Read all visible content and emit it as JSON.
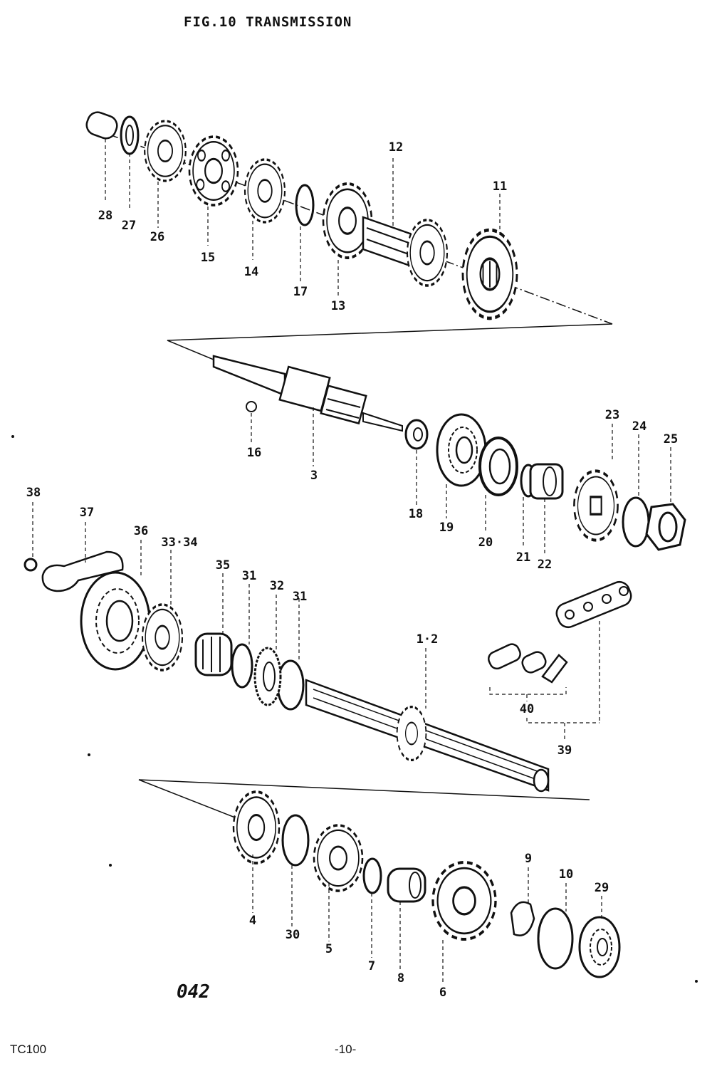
{
  "header": {
    "title": "FIG.10  TRANSMISSION"
  },
  "footer": {
    "model": "TC100",
    "page": "-10-",
    "code": "042"
  },
  "callouts": {
    "p28": "28",
    "p27": "27",
    "p26": "26",
    "p15": "15",
    "p14": "14",
    "p17": "17",
    "p13": "13",
    "p12": "12",
    "p11": "11",
    "p16": "16",
    "p3": "3",
    "p18": "18",
    "p19": "19",
    "p20": "20",
    "p21": "21",
    "p22": "22",
    "p23": "23",
    "p24": "24",
    "p25": "25",
    "p38": "38",
    "p37": "37",
    "p36": "36",
    "p33_34": "33·34",
    "p35": "35",
    "p31a": "31",
    "p32": "32",
    "p31b": "31",
    "p1_2": "1·2",
    "p40": "40",
    "p39": "39",
    "p4": "4",
    "p30": "30",
    "p5": "5",
    "p7": "7",
    "p8": "8",
    "p6": "6",
    "p9": "9",
    "p10": "10",
    "p29": "29"
  }
}
